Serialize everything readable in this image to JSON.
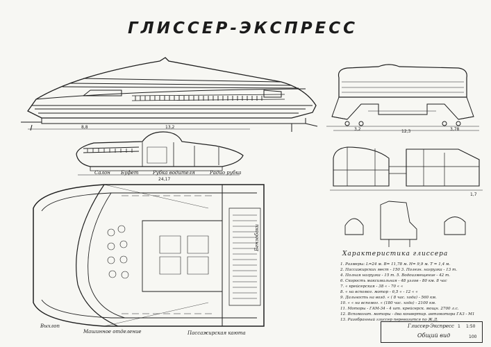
{
  "title": "ГЛИССЕР-ЭКСПРЕСС",
  "side_view_dims": {
    "left": "8,8",
    "mid": "13,2"
  },
  "front_view_dims": {
    "a": "3,2",
    "b": "12,3",
    "c": "3,78"
  },
  "small_side_labels": [
    "Салон",
    "Буфет",
    "Рубка водителя",
    "Радио рубка"
  ],
  "small_side_dim": "24,17",
  "plan_labels": {
    "fuel": "Бензобаки",
    "engine_room": "Машинное отделение",
    "passenger_cabin": "Пассажирская каюта",
    "exhaust": "Выхлоп"
  },
  "section_dim": "1,7",
  "specs": {
    "heading": "Характеристика глиссера",
    "items": [
      "1. Размеры: L=24 м.   B= 11,78 м.   H= 9,9 м.   T = 1,4 м.",
      "2. Пассажирских мест - 150           3. Полезн. нагрузка - 13 т.",
      "4. Полная нагрузка - 15 т.            5. Водоизмещение - 42 т.",
      "6. Скорость максимальная - 48 узлов - 80 км. 8 час",
      "7.    «       крейсерская - 38    «    - 70 «   «",
      "8.    «       на вспомог. мотор - 6,5 «  - 12 «  «",
      "9. Дальность на возд.  «   ( 8 час. хода) - 560 км.",
      "10.   «    «   на вспомог. « (180 час. хода) - 2100 км.",
      "11. Моторы - ГАМ-34 - 4 шт. крейсерск. мощн. 2700 л.с.",
      "12. Вспомогат. моторы - два конвертир. автомотора ГАЗ - М1",
      "13. Разобранный глиссер перевозится по Ж.Д."
    ]
  },
  "stamp": {
    "name": "Глиссер-Экспресс",
    "view": "Общий вид",
    "scale": "1:50",
    "scale2": "100",
    "sheet": "1"
  }
}
